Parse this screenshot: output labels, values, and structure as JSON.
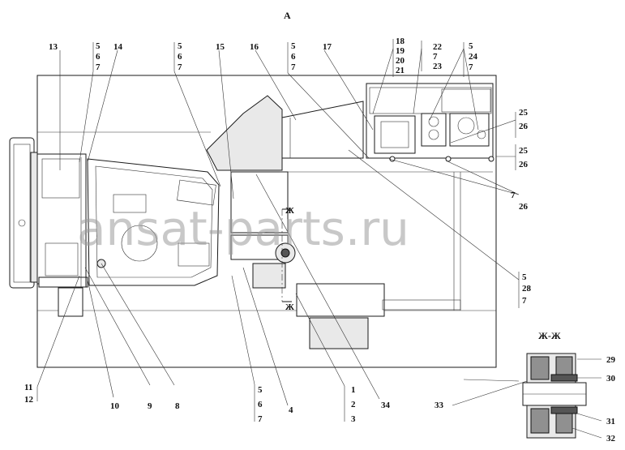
{
  "view_title": "A",
  "section_title": "Ж-Ж",
  "section_marks": [
    "Ж",
    "Ж"
  ],
  "watermark": "ansat-parts.ru",
  "callouts": {
    "c13": "13",
    "c5_6_7_left": [
      "5",
      "6",
      "7"
    ],
    "c14": "14",
    "c5_6_7_mid": [
      "5",
      "6",
      "7"
    ],
    "c15": "15",
    "c16": "16",
    "c5_6_7_right": [
      "5",
      "6",
      "7"
    ],
    "c17": "17",
    "c18_21": [
      "18",
      "19",
      "20",
      "21"
    ],
    "c22_23": [
      "22",
      "7",
      "23"
    ],
    "c5_24_7": [
      "5",
      "24",
      "7"
    ],
    "c25_26_a": [
      "25",
      "26"
    ],
    "c25_26_b": [
      "25",
      "26"
    ],
    "c7_26": [
      "7",
      "26"
    ],
    "c5_28_7": [
      "5",
      "28",
      "7"
    ],
    "c11_12": [
      "11",
      "12"
    ],
    "c10": "10",
    "c9": "9",
    "c8": "8",
    "c5_6_7_bottom": [
      "5",
      "6",
      "7"
    ],
    "c4": "4",
    "c1_2_3": [
      "1",
      "2",
      "3"
    ],
    "c34": "34",
    "c29": "29",
    "c30": "30",
    "c31": "31",
    "c32": "32",
    "c33": "33"
  }
}
